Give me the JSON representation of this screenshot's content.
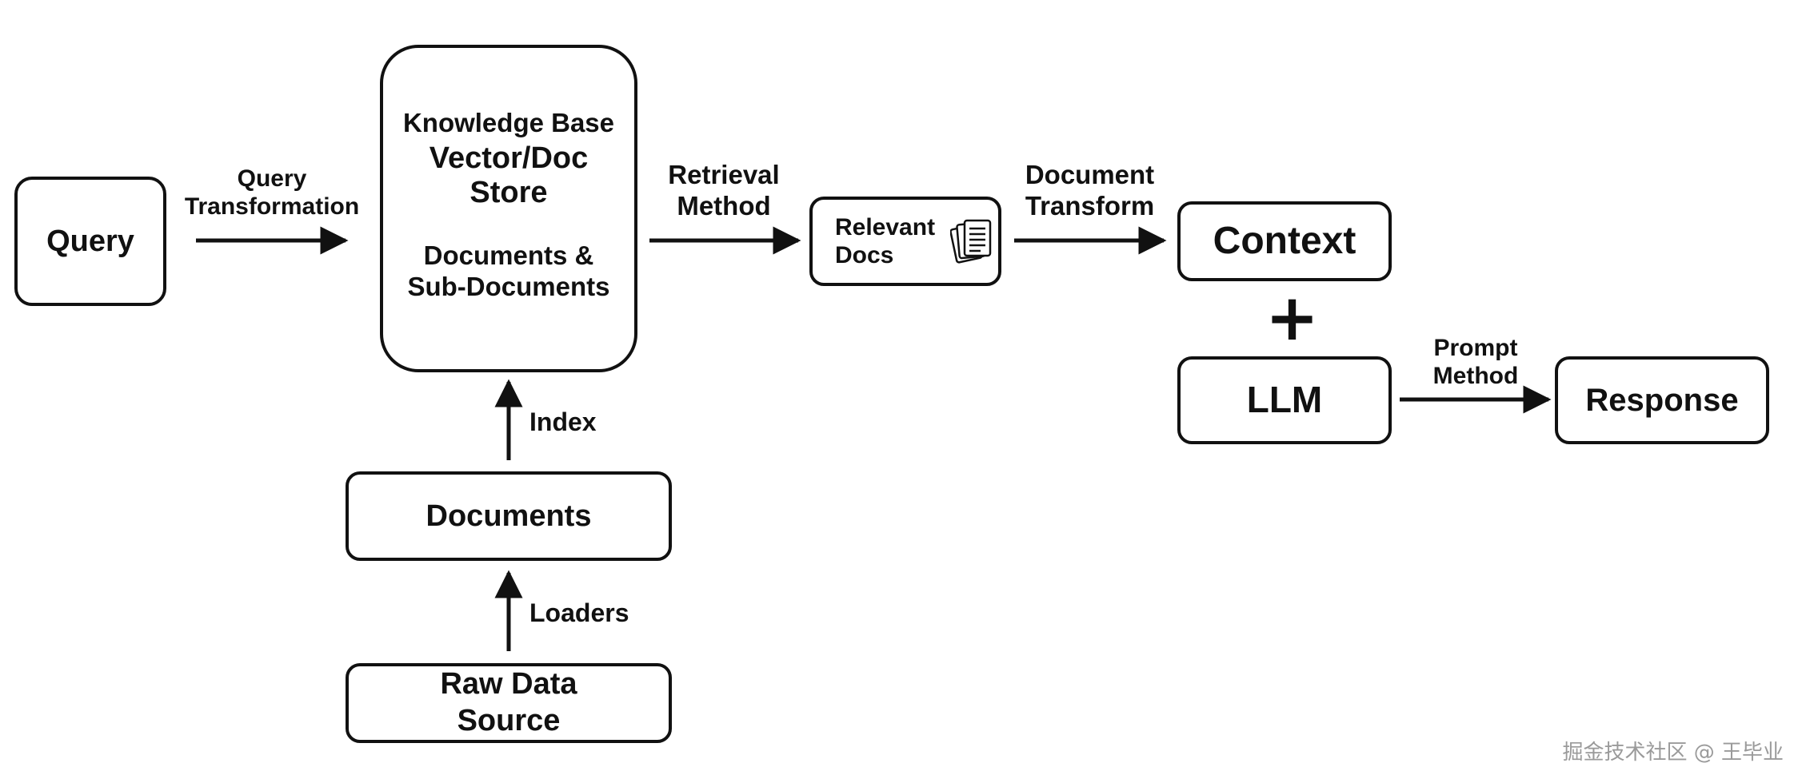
{
  "nodes": {
    "query": "Query",
    "knowledge_base": {
      "title": "Knowledge Base",
      "line2": "Vector/Doc",
      "line3": "Store",
      "line4": "Documents &",
      "line5": "Sub-Documents"
    },
    "relevant_docs": {
      "line1": "Relevant",
      "line2": "Docs",
      "icon": "documents-stack-icon"
    },
    "context": "Context",
    "llm": "LLM",
    "response": "Response",
    "documents": "Documents",
    "raw_data_source": {
      "line1": "Raw Data",
      "line2": "Source"
    }
  },
  "edges": {
    "query_transformation": {
      "line1": "Query",
      "line2": "Transformation"
    },
    "retrieval_method": {
      "line1": "Retrieval",
      "line2": "Method"
    },
    "document_transform": {
      "line1": "Document",
      "line2": "Transform"
    },
    "prompt_method": {
      "line1": "Prompt",
      "line2": "Method"
    },
    "index": "Index",
    "loaders": "Loaders"
  },
  "combine_symbol": "+",
  "watermark": "掘金技术社区 @ 王毕业"
}
